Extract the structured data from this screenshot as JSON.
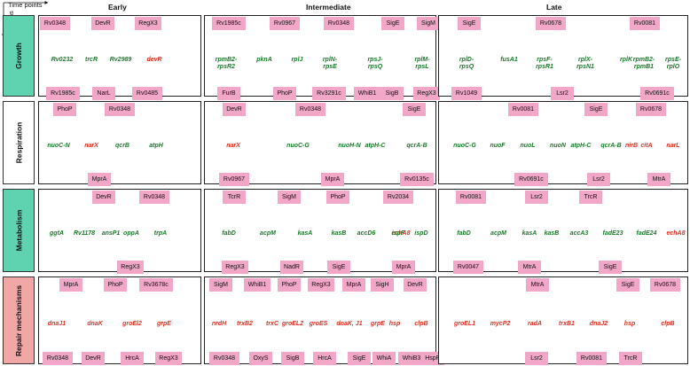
{
  "axes": {
    "time": "Time points",
    "functions": "Functions"
  },
  "columns": [
    "Early",
    "Intermediate",
    "Late"
  ],
  "rows": [
    "Growth",
    "Respiration",
    "Metabolism",
    "Repair mechanisms"
  ],
  "colors": {
    "regulator_box": "#f2a7c8",
    "growth_label": "#5fd3b0",
    "repair_label": "#f2a7a7",
    "green_gene": "#1a7a2a",
    "red_gene": "#e03020"
  },
  "panels": [
    {
      "id": "growth-early",
      "nodes": [
        {
          "id": "a",
          "t": "Rv0348",
          "k": "r"
        },
        {
          "id": "b",
          "t": "DevR",
          "k": "r"
        },
        {
          "id": "c",
          "t": "RegX3",
          "k": "r"
        },
        {
          "id": "g1",
          "t": "Rv0232",
          "k": "g"
        },
        {
          "id": "g2",
          "t": "trcR",
          "k": "g"
        },
        {
          "id": "g3",
          "t": "Rv2989",
          "k": "g"
        },
        {
          "id": "g4",
          "t": "devR",
          "k": "x"
        },
        {
          "id": "d",
          "t": "Rv1985c",
          "k": "r"
        },
        {
          "id": "e",
          "t": "NarL",
          "k": "r"
        },
        {
          "id": "f",
          "t": "Rv0485",
          "k": "r"
        }
      ]
    },
    {
      "id": "growth-inter",
      "nodes": [
        {
          "id": "a",
          "t": "Rv1985c",
          "k": "r"
        },
        {
          "id": "b",
          "t": "Rv0967",
          "k": "r"
        },
        {
          "id": "c",
          "t": "Rv0348",
          "k": "r"
        },
        {
          "id": "d",
          "t": "SigE",
          "k": "r"
        },
        {
          "id": "e",
          "t": "SigM",
          "k": "r"
        },
        {
          "id": "g1",
          "t": "rpmB2-\nrpsR2",
          "k": "g"
        },
        {
          "id": "g2",
          "t": "pknA",
          "k": "g"
        },
        {
          "id": "g3",
          "t": "rplJ",
          "k": "g"
        },
        {
          "id": "g4",
          "t": "rplN-\nrpsE",
          "k": "g"
        },
        {
          "id": "g5",
          "t": "rpsJ-\nrpsQ",
          "k": "g"
        },
        {
          "id": "g6",
          "t": "rplM-\nrpsL",
          "k": "g"
        },
        {
          "id": "f",
          "t": "FurB",
          "k": "r"
        },
        {
          "id": "h",
          "t": "PhoP",
          "k": "r"
        },
        {
          "id": "i",
          "t": "Rv3291c",
          "k": "r"
        },
        {
          "id": "j",
          "t": "WhiB1",
          "k": "r"
        },
        {
          "id": "k",
          "t": "SigB",
          "k": "r"
        },
        {
          "id": "l",
          "t": "RegX3",
          "k": "r"
        }
      ]
    },
    {
      "id": "growth-late",
      "nodes": [
        {
          "id": "a",
          "t": "SigE",
          "k": "r"
        },
        {
          "id": "b",
          "t": "Rv0678",
          "k": "r"
        },
        {
          "id": "c",
          "t": "Rv0081",
          "k": "r"
        },
        {
          "id": "g1",
          "t": "rplD-\nrpsQ",
          "k": "g"
        },
        {
          "id": "g2",
          "t": "fusA1",
          "k": "g"
        },
        {
          "id": "g3",
          "t": "rpsF-\nrpsR1",
          "k": "g"
        },
        {
          "id": "g4",
          "t": "rplX-\nrpsN1",
          "k": "g"
        },
        {
          "id": "g5",
          "t": "rplK",
          "k": "g"
        },
        {
          "id": "g6",
          "t": "rpmB2-\nrpmB1",
          "k": "g"
        },
        {
          "id": "g7",
          "t": "rpsE-\nrplO",
          "k": "g"
        },
        {
          "id": "d",
          "t": "Rv1049",
          "k": "r"
        },
        {
          "id": "e",
          "t": "Lsr2",
          "k": "r"
        },
        {
          "id": "f",
          "t": "Rv0691c",
          "k": "r"
        }
      ]
    },
    {
      "id": "resp-early",
      "nodes": [
        {
          "id": "a",
          "t": "PhoP",
          "k": "r"
        },
        {
          "id": "b",
          "t": "Rv0348",
          "k": "r"
        },
        {
          "id": "g1",
          "t": "nuoC-N",
          "k": "g"
        },
        {
          "id": "g2",
          "t": "narX",
          "k": "x"
        },
        {
          "id": "g3",
          "t": "qcrB",
          "k": "g"
        },
        {
          "id": "g4",
          "t": "atpH",
          "k": "g"
        },
        {
          "id": "c",
          "t": "MprA",
          "k": "r"
        }
      ]
    },
    {
      "id": "resp-inter",
      "nodes": [
        {
          "id": "a",
          "t": "DevR",
          "k": "r"
        },
        {
          "id": "b",
          "t": "Rv0348",
          "k": "r"
        },
        {
          "id": "c",
          "t": "SigE",
          "k": "r"
        },
        {
          "id": "g1",
          "t": "narX",
          "k": "x"
        },
        {
          "id": "g2",
          "t": "nuoC-G",
          "k": "g"
        },
        {
          "id": "g3",
          "t": "nuoH-N",
          "k": "g"
        },
        {
          "id": "g4",
          "t": "atpH-C",
          "k": "g"
        },
        {
          "id": "g5",
          "t": "qcrA-B",
          "k": "g"
        },
        {
          "id": "d",
          "t": "Rv0967",
          "k": "r"
        },
        {
          "id": "e",
          "t": "MprA",
          "k": "r"
        },
        {
          "id": "f",
          "t": "Rv0135c",
          "k": "r"
        }
      ]
    },
    {
      "id": "resp-late",
      "nodes": [
        {
          "id": "a",
          "t": "Rv0081",
          "k": "r"
        },
        {
          "id": "b",
          "t": "SigE",
          "k": "r"
        },
        {
          "id": "c",
          "t": "Rv0678",
          "k": "r"
        },
        {
          "id": "g1",
          "t": "nuoC-G",
          "k": "g"
        },
        {
          "id": "g2",
          "t": "nuoF",
          "k": "g"
        },
        {
          "id": "g3",
          "t": "nuoL",
          "k": "g"
        },
        {
          "id": "g4",
          "t": "nuoN",
          "k": "g"
        },
        {
          "id": "g5",
          "t": "atpH-C",
          "k": "g"
        },
        {
          "id": "g6",
          "t": "qcrA-B",
          "k": "g"
        },
        {
          "id": "g7",
          "t": "nirB",
          "k": "x"
        },
        {
          "id": "g8",
          "t": "citA",
          "k": "x"
        },
        {
          "id": "g9",
          "t": "narL",
          "k": "x"
        },
        {
          "id": "d",
          "t": "Rv0691c",
          "k": "r"
        },
        {
          "id": "e",
          "t": "Lsr2",
          "k": "r"
        },
        {
          "id": "f",
          "t": "MtrA",
          "k": "r"
        }
      ]
    },
    {
      "id": "met-early",
      "nodes": [
        {
          "id": "a",
          "t": "DevR",
          "k": "r"
        },
        {
          "id": "b",
          "t": "Rv0348",
          "k": "r"
        },
        {
          "id": "g1",
          "t": "ggtA",
          "k": "g"
        },
        {
          "id": "g2",
          "t": "Rv1178",
          "k": "g"
        },
        {
          "id": "g3",
          "t": "ansP1",
          "k": "g"
        },
        {
          "id": "g4",
          "t": "oppA",
          "k": "g"
        },
        {
          "id": "g5",
          "t": "trpA",
          "k": "g"
        },
        {
          "id": "c",
          "t": "RegX3",
          "k": "r"
        }
      ]
    },
    {
      "id": "met-inter",
      "nodes": [
        {
          "id": "a",
          "t": "TcrR",
          "k": "r"
        },
        {
          "id": "b",
          "t": "SigM",
          "k": "r"
        },
        {
          "id": "c",
          "t": "PhoP",
          "k": "r"
        },
        {
          "id": "d",
          "t": "Rv2034",
          "k": "r"
        },
        {
          "id": "g1",
          "t": "fabD",
          "k": "g"
        },
        {
          "id": "g2",
          "t": "acpM",
          "k": "g"
        },
        {
          "id": "g3",
          "t": "kasA",
          "k": "g"
        },
        {
          "id": "g4",
          "t": "kasB",
          "k": "g"
        },
        {
          "id": "g5",
          "t": "accD6",
          "k": "g"
        },
        {
          "id": "g6",
          "t": "echA8",
          "k": "x"
        },
        {
          "id": "g7",
          "t": "ispF",
          "k": "g"
        },
        {
          "id": "g8",
          "t": "ispD",
          "k": "g"
        },
        {
          "id": "e",
          "t": "RegX3",
          "k": "r"
        },
        {
          "id": "f",
          "t": "NadR",
          "k": "r"
        },
        {
          "id": "h",
          "t": "SigE",
          "k": "r"
        },
        {
          "id": "i",
          "t": "MprA",
          "k": "r"
        }
      ]
    },
    {
      "id": "met-late",
      "nodes": [
        {
          "id": "a",
          "t": "Rv0081",
          "k": "r"
        },
        {
          "id": "b",
          "t": "Lsr2",
          "k": "r"
        },
        {
          "id": "c",
          "t": "TrcR",
          "k": "r"
        },
        {
          "id": "g1",
          "t": "fabD",
          "k": "g"
        },
        {
          "id": "g2",
          "t": "acpM",
          "k": "g"
        },
        {
          "id": "g3",
          "t": "kasA",
          "k": "g"
        },
        {
          "id": "g4",
          "t": "kasB",
          "k": "g"
        },
        {
          "id": "g5",
          "t": "accA3",
          "k": "g"
        },
        {
          "id": "g6",
          "t": "fadE23",
          "k": "g"
        },
        {
          "id": "g7",
          "t": "fadE24",
          "k": "g"
        },
        {
          "id": "g8",
          "t": "echA8",
          "k": "x"
        },
        {
          "id": "d",
          "t": "Rv0047",
          "k": "r"
        },
        {
          "id": "e",
          "t": "MtrA",
          "k": "r"
        },
        {
          "id": "f",
          "t": "SigE",
          "k": "r"
        }
      ]
    },
    {
      "id": "rep-early",
      "nodes": [
        {
          "id": "a",
          "t": "MprA",
          "k": "r"
        },
        {
          "id": "b",
          "t": "PhoP",
          "k": "r"
        },
        {
          "id": "c",
          "t": "Rv3678c",
          "k": "r"
        },
        {
          "id": "g1",
          "t": "dnaJ1",
          "k": "x"
        },
        {
          "id": "g2",
          "t": "dnaK",
          "k": "x"
        },
        {
          "id": "g3",
          "t": "groEl2",
          "k": "x"
        },
        {
          "id": "g4",
          "t": "grpE",
          "k": "x"
        },
        {
          "id": "d",
          "t": "Rv0348",
          "k": "r"
        },
        {
          "id": "e",
          "t": "DevR",
          "k": "r"
        },
        {
          "id": "f",
          "t": "HrcA",
          "k": "r"
        },
        {
          "id": "h",
          "t": "RegX3",
          "k": "r"
        }
      ]
    },
    {
      "id": "rep-inter",
      "nodes": [
        {
          "id": "a",
          "t": "SigM",
          "k": "r"
        },
        {
          "id": "b",
          "t": "WhiB1",
          "k": "r"
        },
        {
          "id": "c",
          "t": "PhoP",
          "k": "r"
        },
        {
          "id": "d",
          "t": "RegX3",
          "k": "r"
        },
        {
          "id": "e",
          "t": "MprA",
          "k": "r"
        },
        {
          "id": "f",
          "t": "SigH",
          "k": "r"
        },
        {
          "id": "h",
          "t": "DevR",
          "k": "r"
        },
        {
          "id": "g1",
          "t": "nrdH",
          "k": "x"
        },
        {
          "id": "g2",
          "t": "trxB2",
          "k": "x"
        },
        {
          "id": "g3",
          "t": "trxC",
          "k": "x"
        },
        {
          "id": "g4",
          "t": "groEL2",
          "k": "x"
        },
        {
          "id": "g5",
          "t": "groES",
          "k": "x"
        },
        {
          "id": "g6",
          "t": "dnaK, J1",
          "k": "x"
        },
        {
          "id": "g7",
          "t": "grpE",
          "k": "x"
        },
        {
          "id": "g8",
          "t": "hsp",
          "k": "x"
        },
        {
          "id": "g9",
          "t": "clpB",
          "k": "x"
        },
        {
          "id": "i",
          "t": "Rv0348",
          "k": "r"
        },
        {
          "id": "j",
          "t": "OxyS",
          "k": "r"
        },
        {
          "id": "k",
          "t": "SigB",
          "k": "r"
        },
        {
          "id": "l",
          "t": "HrcA",
          "k": "r"
        },
        {
          "id": "m",
          "t": "SigE",
          "k": "r"
        },
        {
          "id": "n",
          "t": "WhiA",
          "k": "r"
        },
        {
          "id": "o",
          "t": "WhiB3",
          "k": "r"
        },
        {
          "id": "p",
          "t": "HspR",
          "k": "r"
        }
      ]
    },
    {
      "id": "rep-late",
      "nodes": [
        {
          "id": "a",
          "t": "MtrA",
          "k": "r"
        },
        {
          "id": "b",
          "t": "SigE",
          "k": "r"
        },
        {
          "id": "c",
          "t": "Rv0678",
          "k": "r"
        },
        {
          "id": "g1",
          "t": "groEL1",
          "k": "x"
        },
        {
          "id": "g2",
          "t": "mycP2",
          "k": "x"
        },
        {
          "id": "g3",
          "t": "radA",
          "k": "x"
        },
        {
          "id": "g4",
          "t": "trxB1",
          "k": "x"
        },
        {
          "id": "g5",
          "t": "dnaJ2",
          "k": "x"
        },
        {
          "id": "g6",
          "t": "hsp",
          "k": "x"
        },
        {
          "id": "g7",
          "t": "clpB",
          "k": "x"
        },
        {
          "id": "d",
          "t": "Lsr2",
          "k": "r"
        },
        {
          "id": "e",
          "t": "Rv0081",
          "k": "r"
        },
        {
          "id": "f",
          "t": "TrcR",
          "k": "r"
        }
      ]
    }
  ]
}
